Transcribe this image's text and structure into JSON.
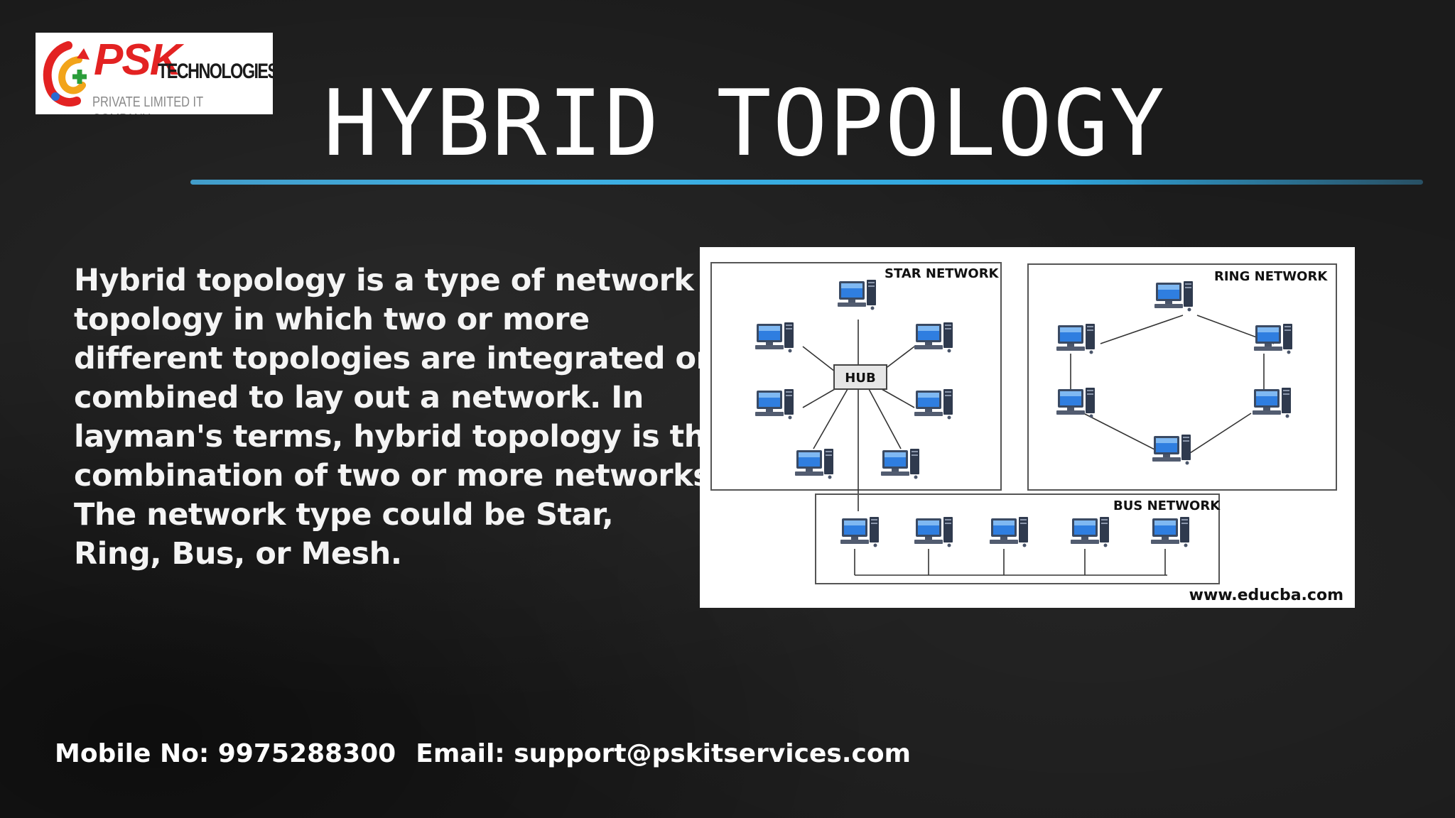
{
  "logo": {
    "brand": "PSK",
    "tagline": "TECHNOLOGIES",
    "subtitle": "PRIVATE LIMITED IT COMPANY"
  },
  "title": "HYBRID TOPOLOGY",
  "body": {
    "lines": [
      "Hybrid topology is a type of network",
      "topology in which two or more",
      "different topologies are integrated or",
      "combined to lay out a network. In",
      "layman's terms, hybrid topology is the",
      "combination of two or more networks.",
      "The network type could be Star,",
      "Ring, Bus, or Mesh."
    ]
  },
  "diagram": {
    "star_label": "STAR NETWORK",
    "ring_label": "RING NETWORK",
    "bus_label": "BUS NETWORK",
    "hub_label": "HUB",
    "credit": "www.educba.com",
    "star_computers": 7,
    "ring_computers": 6,
    "bus_computers": 5
  },
  "footer": {
    "mobile": "Mobile No: 9975288300",
    "email": "Email: support@pskitservices.com"
  },
  "colors": {
    "background": "#1b1b1b",
    "rule": "#3fb0e3",
    "brand_red": "#e32222",
    "text": "#ffffff"
  }
}
